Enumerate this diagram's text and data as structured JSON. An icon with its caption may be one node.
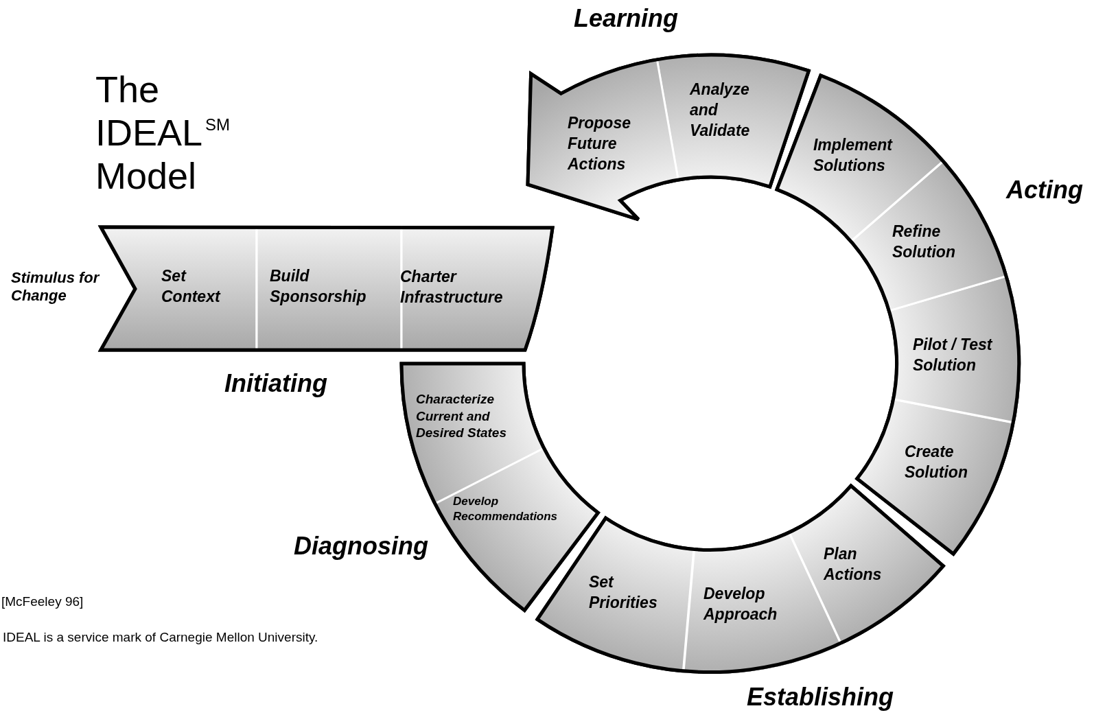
{
  "diagram": {
    "title": "The IDEAL$^{SM}$ Model",
    "nodes": [
      {
        "text": [
          "Initiating"
        ]
      },
      {
        "text": [
          "Set Context"
        ],
        "in": 0
      },
      {
        "text": [
          "Build Sponsorship"
        ],
        "in": 0
      },
      {
        "text": [
          "Charter Infrastructure"
        ],
        "in": 0
      },
      {
        "text": [
          "Diagnosing"
        ]
      },
      {
        "text": [
          "Characterize Current and Desired States"
        ],
        "in": 4
      },
      {
        "text": [
          "Develop Recommendations"
        ],
        "in": 4
      },
      {
        "text": [
          "Establishing"
        ]
      },
      {
        "text": [
          "Set Priorities"
        ],
        "in": 7
      },
      {
        "text": [
          "Develop Approach"
        ],
        "in": 7
      },
      {
        "text": [
          "Plan Actions"
        ],
        "in": 7
      },
      {
        "text": [
          "Acting"
        ]
      },
      {
        "text": [
          "Create Solution"
        ],
        "in": 11
      },
      {
        "text": [
          "Pilot / Test Solution"
        ],
        "in": 11
      },
      {
        "text": [
          "Refine Solution"
        ],
        "in": 11
      },
      {
        "text": [
          "Implement Solutions"
        ],
        "in": 11
      },
      {
        "text": [
          "Learning"
        ]
      },
      {
        "text": [
          "Analyze and Validate"
        ],
        "in": 16
      },
      {
        "text": [
          "Propose Future Actions"
        ],
        "in": 16
      }
    ],
    "labels": [
      "Stimulus for Change",
      "[McFeeley 96]",
      "IDEAL is a service mark of Carnegie Mellon University."
    ]
  }
}
